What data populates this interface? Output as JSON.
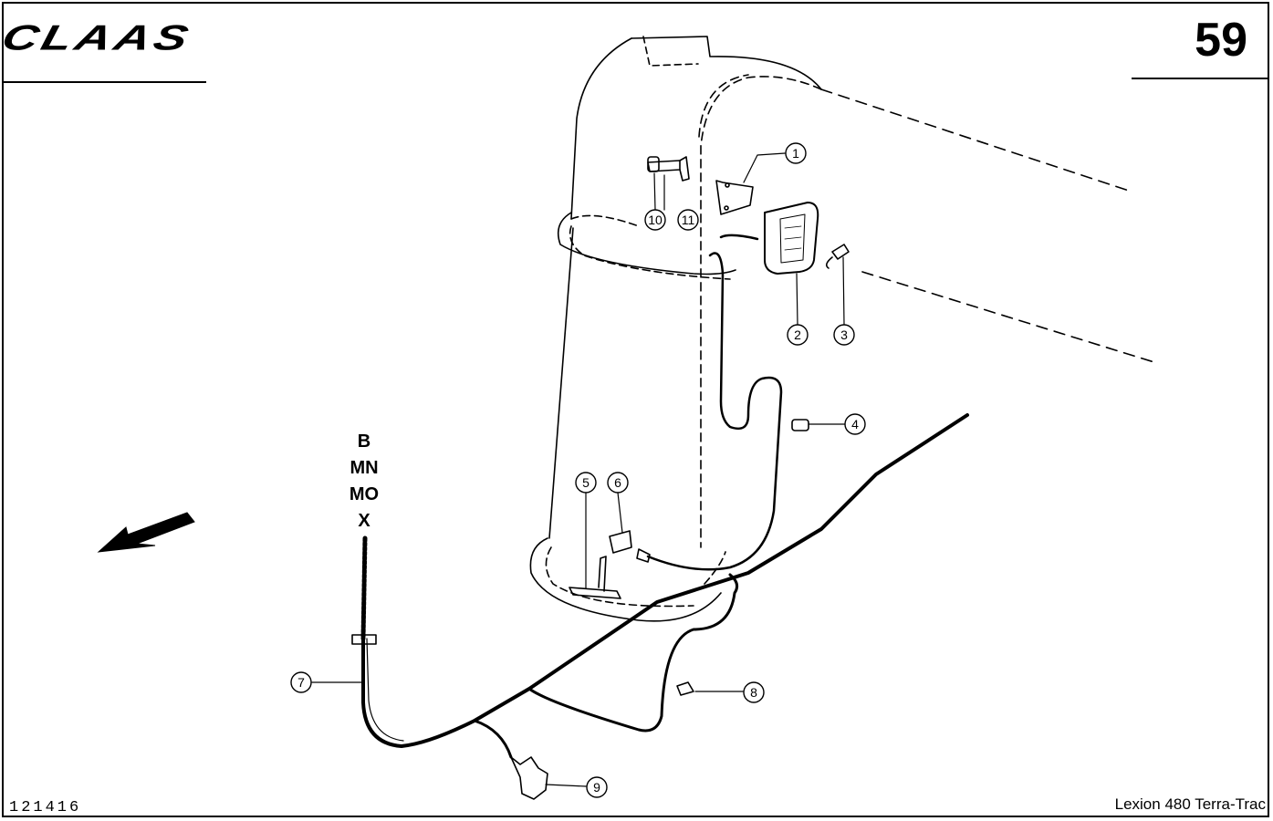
{
  "header": {
    "brand": "CLAAS",
    "page_number": "59"
  },
  "footer": {
    "drawing_id": "121416",
    "model": "Lexion 480 Terra-Trac"
  },
  "variant_codes": [
    "B",
    "MN",
    "MO",
    "X"
  ],
  "callouts": {
    "c1": "1",
    "c2": "2",
    "c3": "3",
    "c4": "4",
    "c5": "5",
    "c6": "6",
    "c7": "7",
    "c8": "8",
    "c9": "9",
    "c10": "10",
    "c11": "11"
  },
  "icons": {
    "direction": "direction-arrow-icon"
  }
}
